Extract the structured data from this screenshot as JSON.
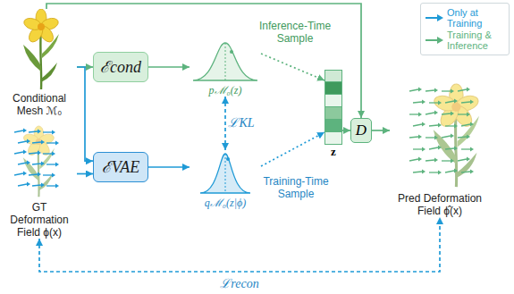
{
  "diagram": {
    "nodes": [
      {
        "text": [
          "Conditional Mesh ℳ₀"
        ]
      },
      {
        "text": [
          "GT Deformation Field ϕ(x)"
        ]
      },
      {
        "text": [
          "ℰcond"
        ]
      },
      {
        "text": [
          "ℰVAE"
        ]
      },
      {
        "text": [
          "pℳ₀(z)"
        ]
      },
      {
        "text": [
          "qℳ₀(z|ϕ)"
        ]
      },
      {
        "text": [
          "z"
        ]
      },
      {
        "text": [
          "D"
        ]
      },
      {
        "text": [
          "Pred Deformation Field ϕ̂(x)"
        ]
      }
    ],
    "edges": [
      {
        "from": 0,
        "to": 2,
        "arrow": "to"
      },
      {
        "from": 0,
        "to": 3,
        "arrow": "to"
      },
      {
        "from": 1,
        "to": 3,
        "arrow": "to"
      },
      {
        "from": 2,
        "to": 4,
        "arrow": "to"
      },
      {
        "from": 3,
        "to": 5,
        "arrow": "to"
      },
      {
        "from": 4,
        "to": 6,
        "label": "Inference-Time Sample",
        "arrow": "to"
      },
      {
        "from": 5,
        "to": 6,
        "label": "Training-Time Sample",
        "arrow": "to"
      },
      {
        "from": 4,
        "to": 5,
        "label": "ℒKL",
        "arrow": "both"
      },
      {
        "from": 6,
        "to": 7,
        "arrow": "to"
      },
      {
        "from": 0,
        "to": 7,
        "arrow": "to"
      },
      {
        "from": 7,
        "to": 8,
        "arrow": "to"
      },
      {
        "from": 1,
        "to": 8,
        "label": "ℒrecon",
        "arrow": "both"
      }
    ],
    "legend": [
      {
        "text": "Only at Training",
        "color": "#1f9ad6"
      },
      {
        "text": "Training & Inference",
        "color": "#5db37e"
      }
    ]
  }
}
